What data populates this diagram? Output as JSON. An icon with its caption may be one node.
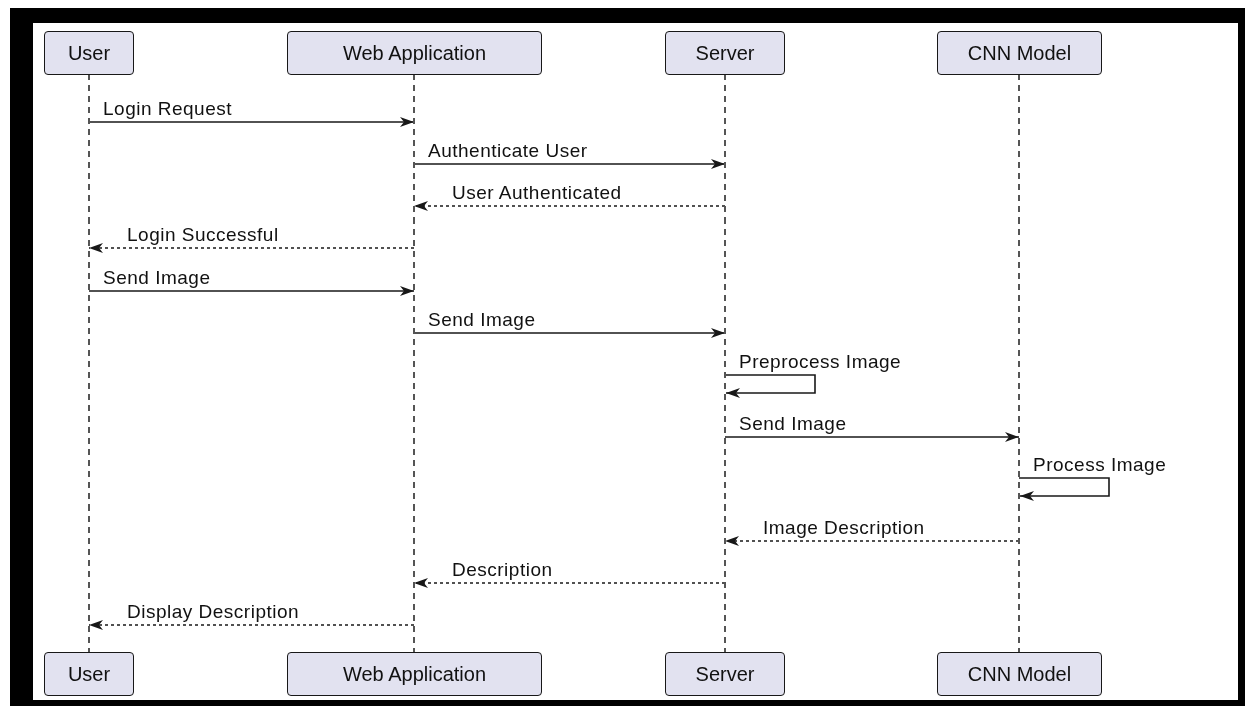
{
  "diagram": {
    "nodes": [
      {
        "text": [
          "User"
        ]
      },
      {
        "text": [
          "Web Application"
        ]
      },
      {
        "text": [
          "Server"
        ]
      },
      {
        "text": [
          "CNN Model"
        ]
      },
      {
        "text": [],
        "shape": "line"
      },
      {
        "text": [],
        "shape": "line"
      },
      {
        "text": [],
        "shape": "line"
      },
      {
        "text": [],
        "shape": "line"
      },
      {
        "text": [
          "User"
        ]
      },
      {
        "text": [
          "Web Application"
        ]
      },
      {
        "text": [
          "Server"
        ]
      },
      {
        "text": [
          "CNN Model"
        ]
      }
    ],
    "edges": [
      {
        "from": 4,
        "to": 5,
        "arrow": "to",
        "label": "Login Request"
      },
      {
        "from": 5,
        "to": 6,
        "arrow": "to",
        "label": "Authenticate User"
      },
      {
        "from": 6,
        "to": 5,
        "arrow": "to",
        "label": "User Authenticated",
        "style": "dashed"
      },
      {
        "from": 5,
        "to": 4,
        "arrow": "to",
        "label": "Login Successful",
        "style": "dashed"
      },
      {
        "from": 4,
        "to": 5,
        "arrow": "to",
        "label": "Send Image"
      },
      {
        "from": 5,
        "to": 6,
        "arrow": "to",
        "label": "Send Image"
      },
      {
        "from": 6,
        "to": 6,
        "arrow": "to",
        "label": "Preprocess Image"
      },
      {
        "from": 6,
        "to": 7,
        "arrow": "to",
        "label": "Send Image"
      },
      {
        "from": 7,
        "to": 7,
        "arrow": "to",
        "label": "Process Image"
      },
      {
        "from": 7,
        "to": 6,
        "arrow": "to",
        "label": "Image Description",
        "style": "dashed"
      },
      {
        "from": 6,
        "to": 5,
        "arrow": "to",
        "label": "Description",
        "style": "dashed"
      },
      {
        "from": 5,
        "to": 4,
        "arrow": "to",
        "label": "Display Description",
        "style": "dashed"
      }
    ]
  }
}
